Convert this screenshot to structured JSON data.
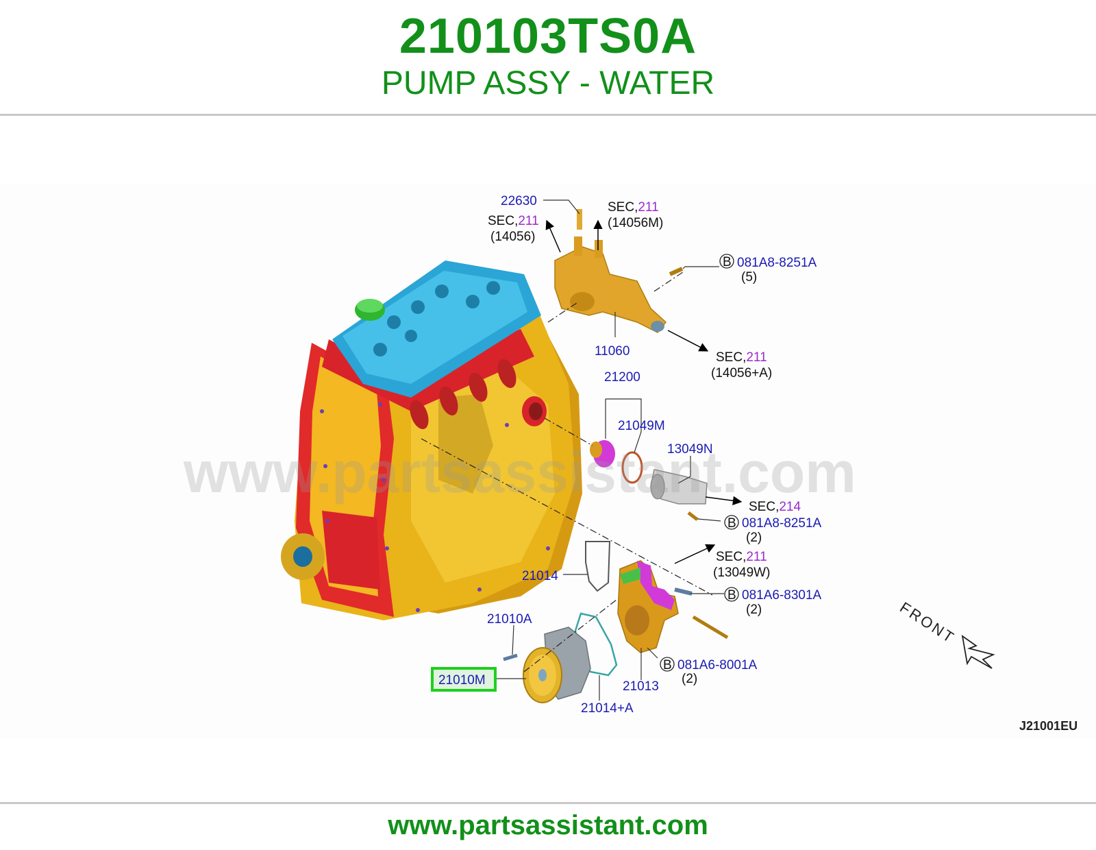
{
  "header": {
    "part_number": "210103TS0A",
    "part_name": "PUMP ASSY - WATER"
  },
  "watermark": "www.partsassistant.com",
  "footer": {
    "url": "www.partsassistant.com"
  },
  "diagram": {
    "code": "J21001EU",
    "front_label": "FRONT",
    "highlight_color": "#1ecf1e",
    "part_labels": {
      "p22630": "22630",
      "p11060": "11060",
      "p21200": "21200",
      "p21049M": "21049M",
      "p13049N": "13049N",
      "p21014": "21014",
      "p21010A": "21010A",
      "p21010M": "21010M",
      "p21013": "21013",
      "p21014A": "21014+A"
    },
    "bolts": [
      {
        "letter": "B",
        "code": "081A8-8251A",
        "qty": "(5)"
      },
      {
        "letter": "B",
        "code": "081A8-8251A",
        "qty": "(2)"
      },
      {
        "letter": "B",
        "code": "081A6-8301A",
        "qty": "(2)"
      },
      {
        "letter": "B",
        "code": "081A6-8001A",
        "qty": "(2)"
      }
    ],
    "sections": [
      {
        "prefix": "SEC,",
        "num": "211",
        "ref": "(14056)"
      },
      {
        "prefix": "SEC,",
        "num": "211",
        "ref": "(14056M)"
      },
      {
        "prefix": "SEC,",
        "num": "211",
        "ref": "(14056+A)"
      },
      {
        "prefix": "SEC,",
        "num": "214",
        "ref": ""
      },
      {
        "prefix": "SEC,",
        "num": "211",
        "ref": "(13049W)"
      }
    ]
  }
}
